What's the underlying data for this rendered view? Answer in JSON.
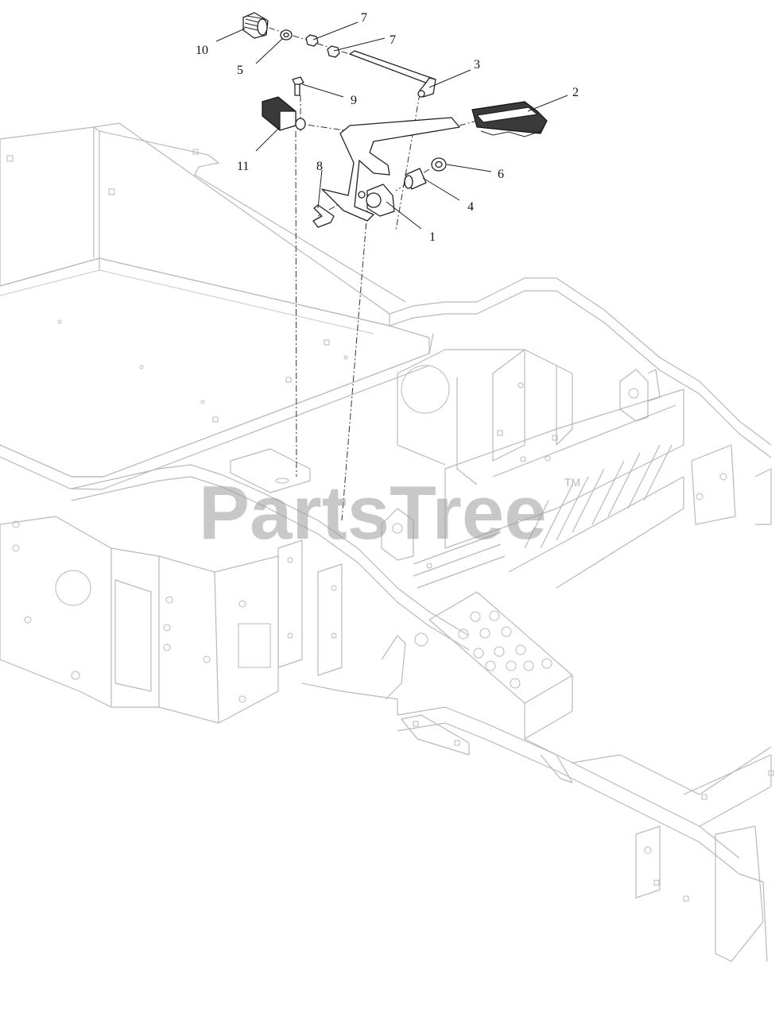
{
  "callouts": [
    {
      "label": "1"
    },
    {
      "label": "2"
    },
    {
      "label": "3"
    },
    {
      "label": "4"
    },
    {
      "label": "5"
    },
    {
      "label": "6"
    },
    {
      "label": "7"
    },
    {
      "label": "7"
    },
    {
      "label": "8"
    },
    {
      "label": "9"
    },
    {
      "label": "10"
    },
    {
      "label": "11"
    }
  ],
  "watermark": {
    "text": "PartsTree",
    "trademark": "TM"
  }
}
